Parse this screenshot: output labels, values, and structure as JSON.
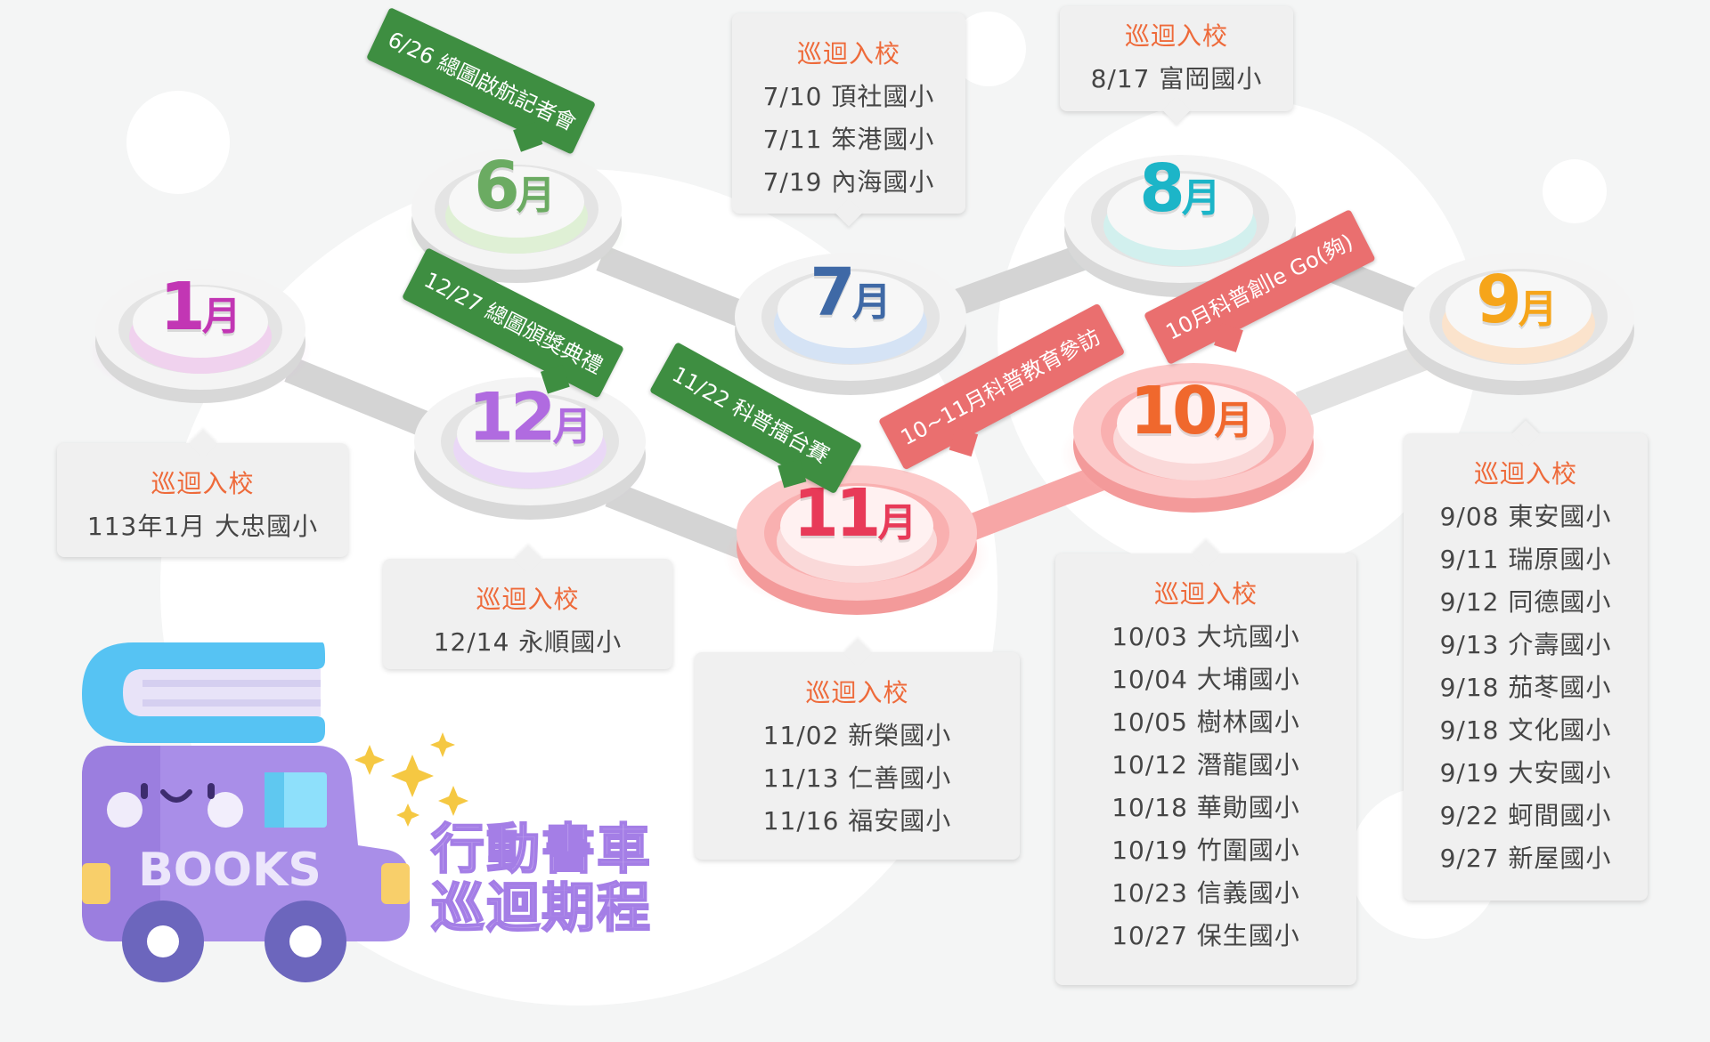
{
  "title": {
    "line1": "行動書車",
    "line2": "巡迴期程"
  },
  "truck": {
    "label": "BOOKS"
  },
  "colors": {
    "jan": "#c236b4",
    "jun": "#6bab62",
    "jul": "#3f69a6",
    "aug": "#1cb5c8",
    "sep": "#f6a51a",
    "oct": "#f0682d",
    "nov": "#e83a58",
    "dec": "#b06be0",
    "callout_title": "#ee6a3a",
    "banner_green": "#3e8e41",
    "banner_red": "#ea6f6f"
  },
  "months": {
    "jan": {
      "num": "1",
      "unit": "月"
    },
    "jun": {
      "num": "6",
      "unit": "月"
    },
    "jul": {
      "num": "7",
      "unit": "月"
    },
    "aug": {
      "num": "8",
      "unit": "月"
    },
    "sep": {
      "num": "9",
      "unit": "月"
    },
    "oct": {
      "num": "10",
      "unit": "月"
    },
    "nov": {
      "num": "11",
      "unit": "月"
    },
    "dec": {
      "num": "12",
      "unit": "月"
    }
  },
  "events": {
    "jun": "6/26 總圖啟航記者會",
    "dec": "12/27 總圖頒獎典禮",
    "nov": "11/22 科普擂台賽",
    "octnov": "10~11月科普教育參訪",
    "oct": "10月科普創le Go(夠)"
  },
  "callouts": {
    "jan": {
      "title": "巡迴入校",
      "lines": [
        "113年1月  大忠國小"
      ]
    },
    "dec": {
      "title": "巡迴入校",
      "lines": [
        "12/14 永順國小"
      ]
    },
    "nov": {
      "title": "巡迴入校",
      "lines": [
        "11/02 新榮國小",
        "11/13 仁善國小",
        "11/16 福安國小"
      ]
    },
    "jul": {
      "title": "巡迴入校",
      "lines": [
        "7/10 頂社國小",
        "7/11 笨港國小",
        "7/19 內海國小"
      ]
    },
    "aug": {
      "title": "巡迴入校",
      "lines": [
        "8/17 富岡國小"
      ]
    },
    "oct": {
      "title": "巡迴入校",
      "lines": [
        "10/03 大坑國小",
        "10/04 大埔國小",
        "10/05 樹林國小",
        "10/12 潛龍國小",
        "10/18 華勛國小",
        "10/19 竹圍國小",
        "10/23 信義國小",
        "10/27 保生國小"
      ]
    },
    "sep": {
      "title": "巡迴入校",
      "lines": [
        "9/08 東安國小",
        "9/11 瑞原國小",
        "9/12 同德國小",
        "9/13 介壽國小",
        "9/18 茄苳國小",
        "9/18 文化國小",
        "9/19 大安國小",
        "9/22 蚵間國小",
        "9/27 新屋國小"
      ]
    }
  }
}
